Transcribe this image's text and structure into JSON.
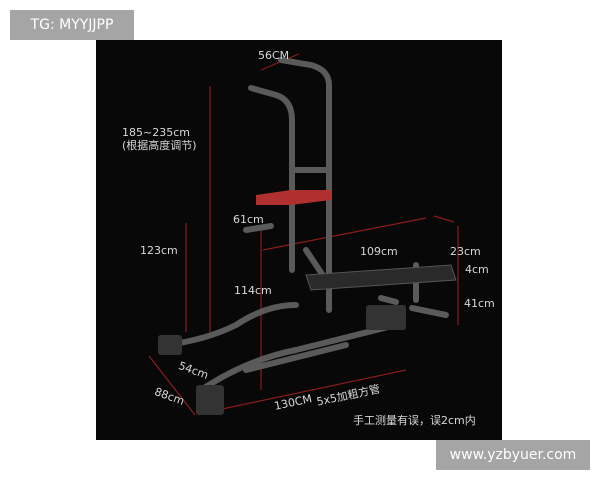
{
  "watermark_top": "TG: MYYJJPP",
  "watermark_bottom": "www.yzbyuer.com",
  "dimensions": {
    "top_width": "56CM",
    "height_range": "185~235cm",
    "height_note": "(根据高度调节)",
    "dip_width": "61cm",
    "pullup_height": "123cm",
    "dip_height": "114cm",
    "bench_length": "109cm",
    "bench_width": "23cm",
    "pad_thickness": "4cm",
    "bench_height": "41cm",
    "inner_depth": "54cm",
    "base_depth": "88cm",
    "base_length": "130CM",
    "tube_spec": "5x5加粗方管",
    "tolerance_note": "手工测量有误，误2cm内"
  },
  "colors": {
    "background": "#080808",
    "accent": "#c0392b",
    "watermark_bg": "#a5a5a5"
  }
}
